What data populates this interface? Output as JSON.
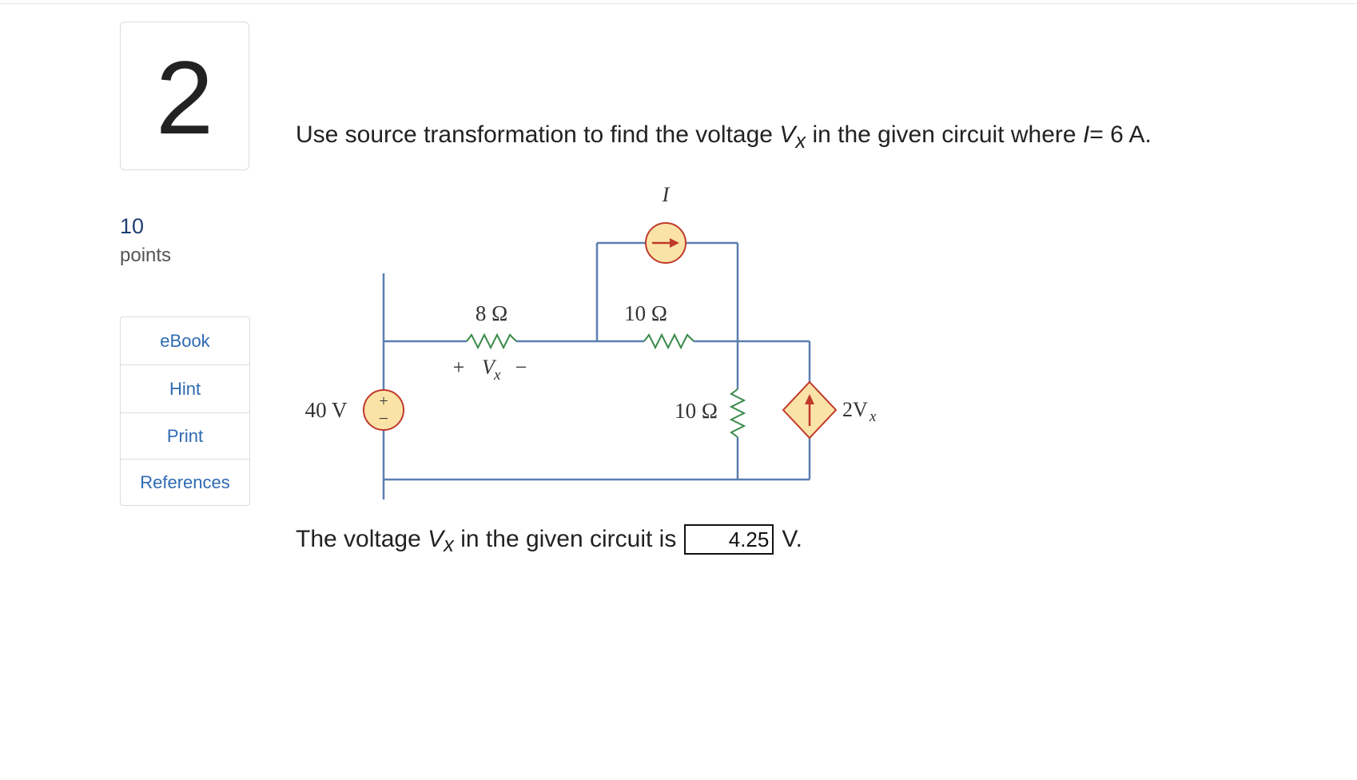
{
  "question": {
    "number": "2",
    "points_value": "10",
    "points_label": "points"
  },
  "tools": {
    "ebook": "eBook",
    "hint": "Hint",
    "print": "Print",
    "references": "References"
  },
  "prompt": {
    "part1": "Use source transformation to find the voltage",
    "var": "V",
    "sub": "x",
    "part2": "in the given circuit where",
    "current_var": "I",
    "part3": "= 6 A."
  },
  "circuit": {
    "current_source_label": "I",
    "r1_label": "8 Ω",
    "r2_label": "10 Ω",
    "r3_label": "10 Ω",
    "vsrc_label": "40 V",
    "vx_plus": "+",
    "vx_var": "V",
    "vx_sub": "x",
    "vx_minus": "−",
    "dep_src_label": "2V",
    "dep_src_sub": "x",
    "vsrc_plus": "+",
    "vsrc_minus": "−",
    "colors": {
      "wire": "#5b7fb0",
      "resistor": "#3a8a4a",
      "source_fill": "#fbe3a8",
      "source_stroke": "#c0392b"
    }
  },
  "answer": {
    "part1": "The voltage",
    "var": "V",
    "sub": "x",
    "part2": "in the given circuit is",
    "value": "4.25",
    "unit": "V."
  }
}
